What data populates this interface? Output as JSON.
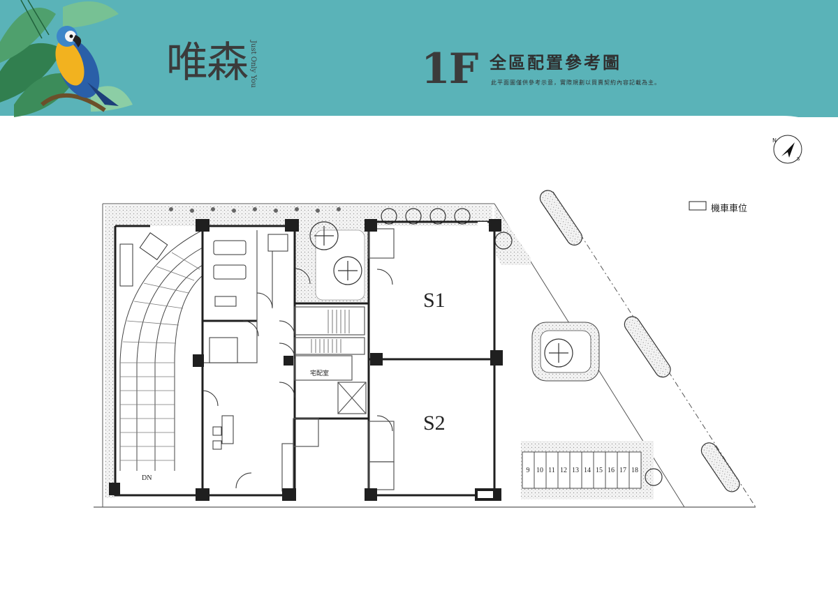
{
  "header": {
    "brand_name": "唯森",
    "brand_tagline": "Just Only You",
    "floor": "1F",
    "title": "全區配置參考圖",
    "disclaimer": "此平面圖僅供參考示意，實際規劃以買賣契約內容記載為主。"
  },
  "legend": {
    "scooter_parking": "機車車位"
  },
  "plan": {
    "units": [
      "S1",
      "S2"
    ],
    "delivery_room": "宅配室",
    "stair_down": "DN",
    "scooter_slots": [
      "9",
      "10",
      "11",
      "12",
      "13",
      "14",
      "15",
      "16",
      "17",
      "18"
    ]
  },
  "compass": {
    "north": "N",
    "south": "S"
  },
  "colors": {
    "header_teal": "#5ab3b8",
    "wall": "#1f1f1f",
    "paving": "#e4e4e4"
  },
  "icons": [
    "parrot-illustration",
    "tropical-leaves",
    "compass-icon",
    "tree-icon",
    "elevator-icon",
    "gym-equipment-icon",
    "car-icon"
  ]
}
